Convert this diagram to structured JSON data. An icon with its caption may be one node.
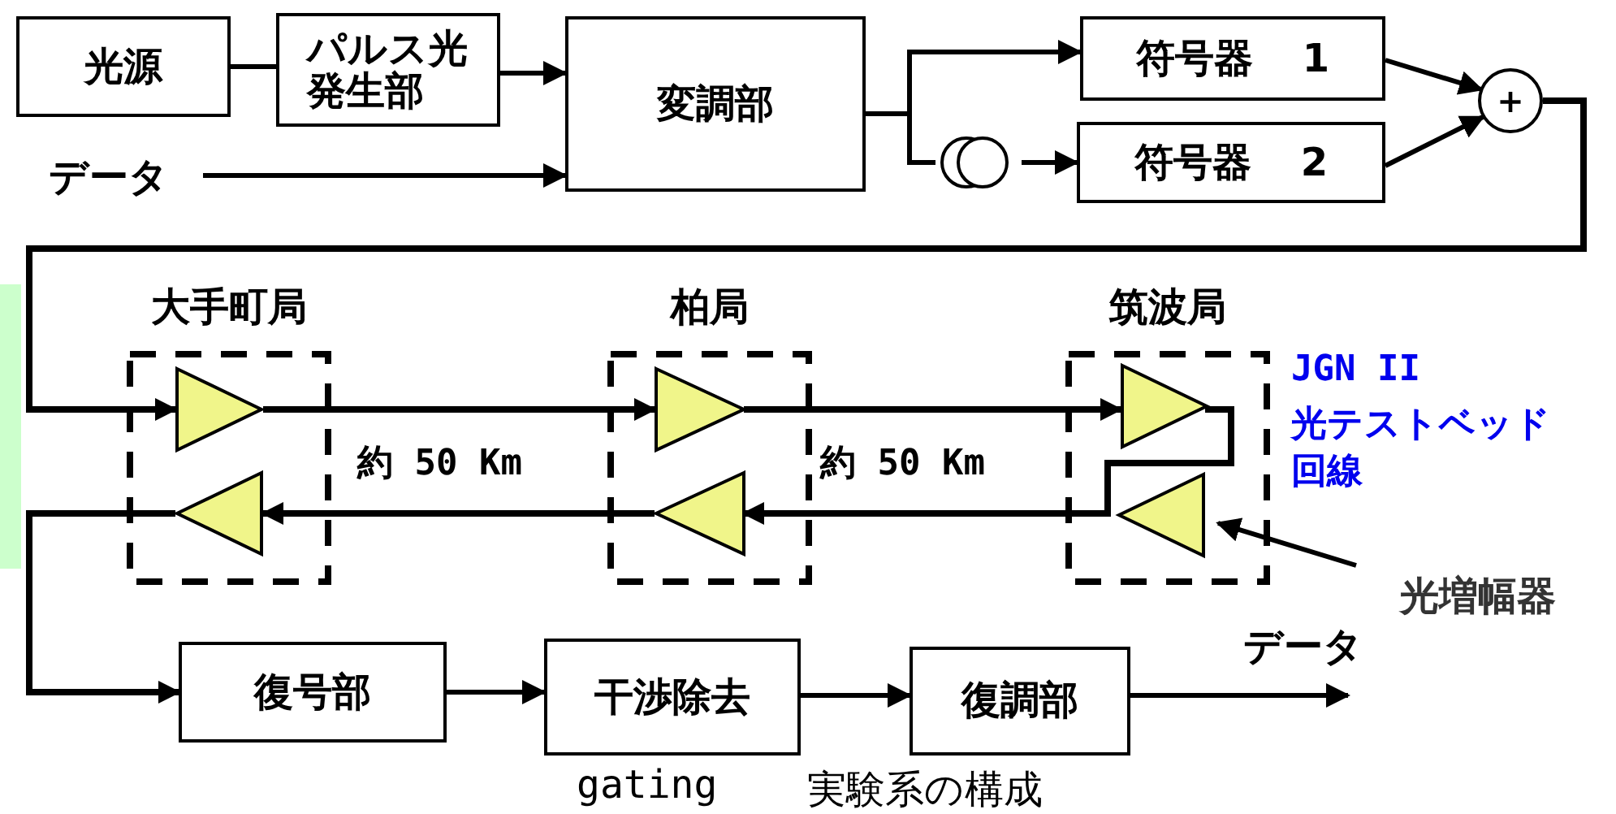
{
  "diagram": {
    "caption": "実験系の構成",
    "nodes": [
      {
        "text": [
          "光源"
        ]
      },
      {
        "text": [
          "パルス光発生部"
        ]
      },
      {
        "text": [
          "変調部"
        ]
      },
      {
        "text": [
          "データ"
        ]
      },
      {
        "text": [
          "符号器 1"
        ]
      },
      {
        "text": [],
        "shape": "coil"
      },
      {
        "text": [
          "符号器 2"
        ]
      },
      {
        "text": [
          "+"
        ]
      },
      {
        "text": [
          "大手町局"
        ]
      },
      {
        "text": [],
        "shape": "triangle",
        "in": 8
      },
      {
        "text": [],
        "shape": "triangle",
        "in": 8
      },
      {
        "text": [
          "柏局"
        ]
      },
      {
        "text": [],
        "shape": "triangle",
        "in": 11
      },
      {
        "text": [],
        "shape": "triangle",
        "in": 11
      },
      {
        "text": [
          "筑波局"
        ]
      },
      {
        "text": [],
        "shape": "triangle",
        "in": 14
      },
      {
        "text": [],
        "shape": "triangle",
        "in": 14
      },
      {
        "text": [
          "光増幅器"
        ]
      },
      {
        "text": [
          "復号部"
        ]
      },
      {
        "text": [
          "干渉除去"
        ],
        "beside": [
          "gating"
        ]
      },
      {
        "text": [
          "復調部"
        ]
      },
      {
        "text": [
          "データ"
        ]
      },
      {
        "text": [],
        "shape": "band"
      }
    ],
    "edges": [
      {
        "from": 0,
        "to": 1,
        "arrow": "none"
      },
      {
        "from": 1,
        "to": 2,
        "arrow": "to"
      },
      {
        "from": 3,
        "to": 2,
        "arrow": "to"
      },
      {
        "from": 2,
        "to": 4,
        "arrow": "to"
      },
      {
        "from": 2,
        "to": 5,
        "arrow": "none"
      },
      {
        "from": 5,
        "to": 6,
        "arrow": "to"
      },
      {
        "from": 4,
        "to": 7,
        "arrow": "to"
      },
      {
        "from": 6,
        "to": 7,
        "arrow": "to"
      },
      {
        "from": 7,
        "to": 9,
        "arrow": "to"
      },
      {
        "from": 9,
        "to": 12,
        "arrow": "to"
      },
      {
        "from": 12,
        "to": 15,
        "arrow": "to"
      },
      {
        "from": 15,
        "to": 13,
        "arrow": "to"
      },
      {
        "from": 13,
        "to": 10,
        "arrow": "to"
      },
      {
        "from": 10,
        "to": 18,
        "arrow": "to"
      },
      {
        "from": 18,
        "to": 19,
        "arrow": "to"
      },
      {
        "from": 19,
        "to": 20,
        "arrow": "to"
      },
      {
        "from": 20,
        "to": 21,
        "arrow": "to"
      },
      {
        "from": 17,
        "to": 16,
        "arrow": "to"
      }
    ],
    "labels": [
      "約 50 Km",
      "約 50 Km",
      "JGN II",
      "光テストベッド回線"
    ]
  }
}
